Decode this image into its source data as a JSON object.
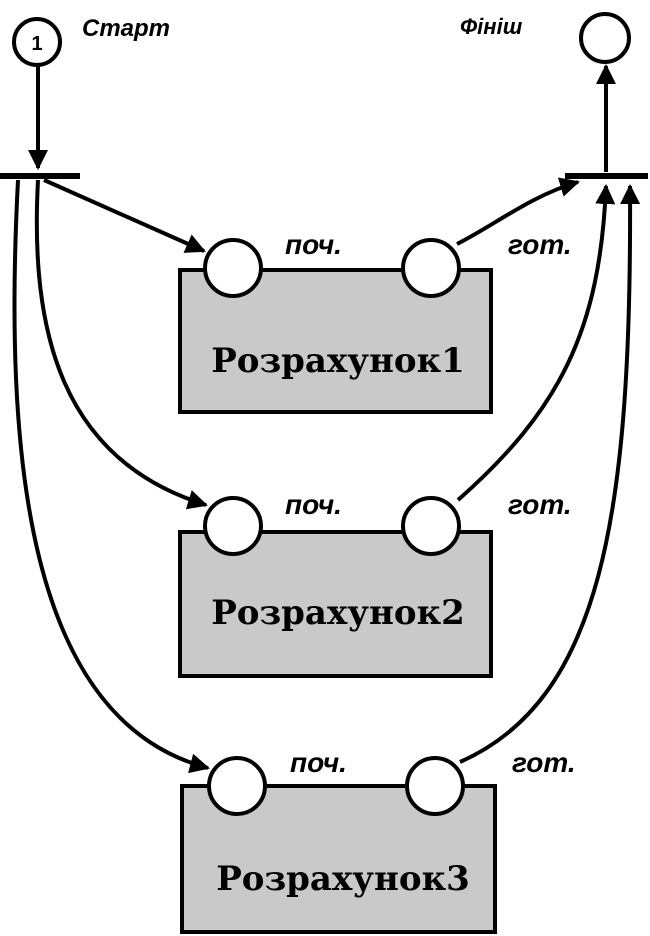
{
  "start": {
    "label": "Старт",
    "token": "1"
  },
  "finish": {
    "label": "Фініш"
  },
  "tasks": [
    {
      "name": "Розрахунок1",
      "begin_label": "поч.",
      "done_label": "гот."
    },
    {
      "name": "Розрахунок2",
      "begin_label": "поч.",
      "done_label": "гот."
    },
    {
      "name": "Розрахунок3",
      "begin_label": "поч.",
      "done_label": "гот."
    }
  ],
  "colors": {
    "stroke": "#000000",
    "box_fill": "#c9c9c9",
    "background": "#ffffff"
  }
}
